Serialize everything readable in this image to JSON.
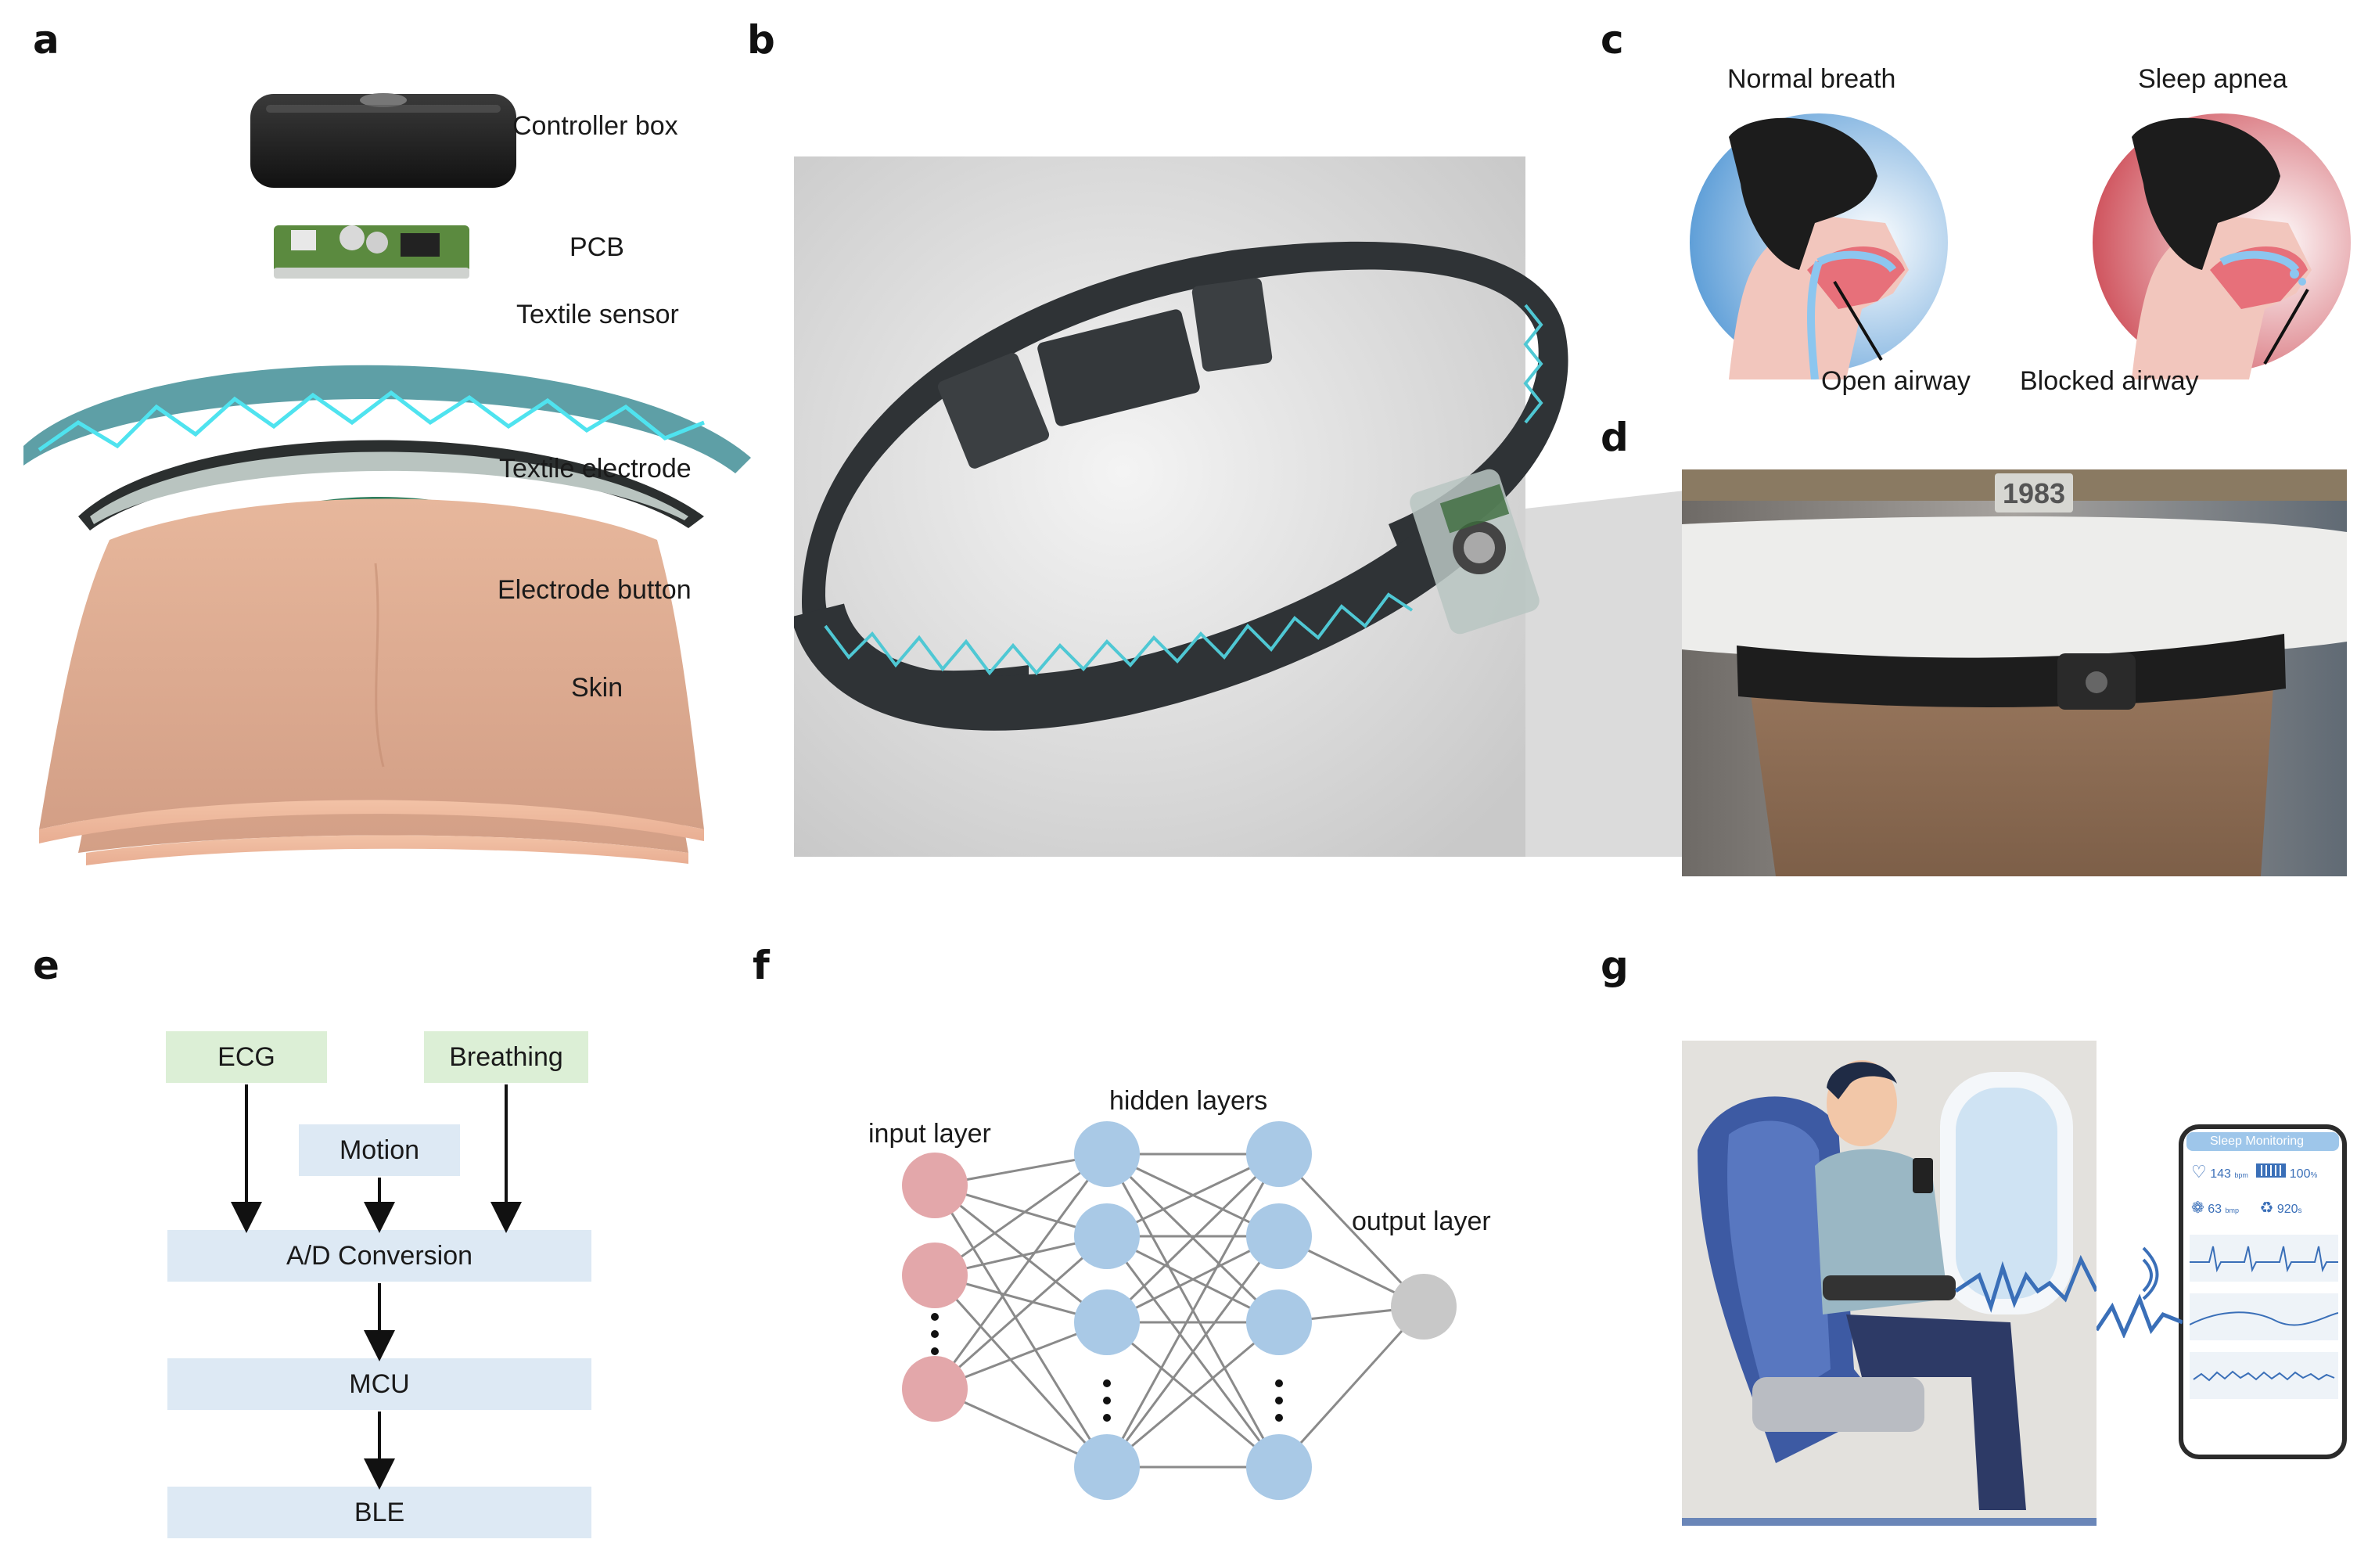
{
  "panels": {
    "a": {
      "letter": "a",
      "layers": [
        "Controller box",
        "PCB",
        "Textile sensor",
        "Textile electrode",
        "Electrode button",
        "Skin"
      ]
    },
    "b": {
      "letter": "b"
    },
    "c": {
      "letter": "c",
      "left_title": "Normal breath",
      "right_title": "Sleep apnea",
      "left_caption": "Open airway",
      "right_caption": "Blocked airway"
    },
    "d": {
      "letter": "d",
      "tag": "1983"
    },
    "e": {
      "letter": "e",
      "inputs": [
        "ECG",
        "Motion",
        "Breathing"
      ],
      "stages": [
        "A/D Conversion",
        "MCU",
        "BLE"
      ]
    },
    "f": {
      "letter": "f",
      "input_label": "input layer",
      "hidden_label": "hidden layers",
      "output_label": "output layer"
    },
    "g": {
      "letter": "g",
      "phone_title": "Sleep Monitoring",
      "heart_rate": "143",
      "heart_unit": "bpm",
      "battery": "100",
      "battery_unit": "%",
      "breath_rate": "63",
      "breath_unit": "bmp",
      "duration": "920",
      "duration_unit": "s"
    }
  },
  "colors": {
    "sensor_teal": "#4fc8d4",
    "band_dark": "#2f3336",
    "input_node": "#e3a7aa",
    "hidden_node": "#a9c9e6",
    "output_node": "#c8c8c8",
    "box_green": "#dcefd6",
    "box_blue": "#dde9f4"
  }
}
